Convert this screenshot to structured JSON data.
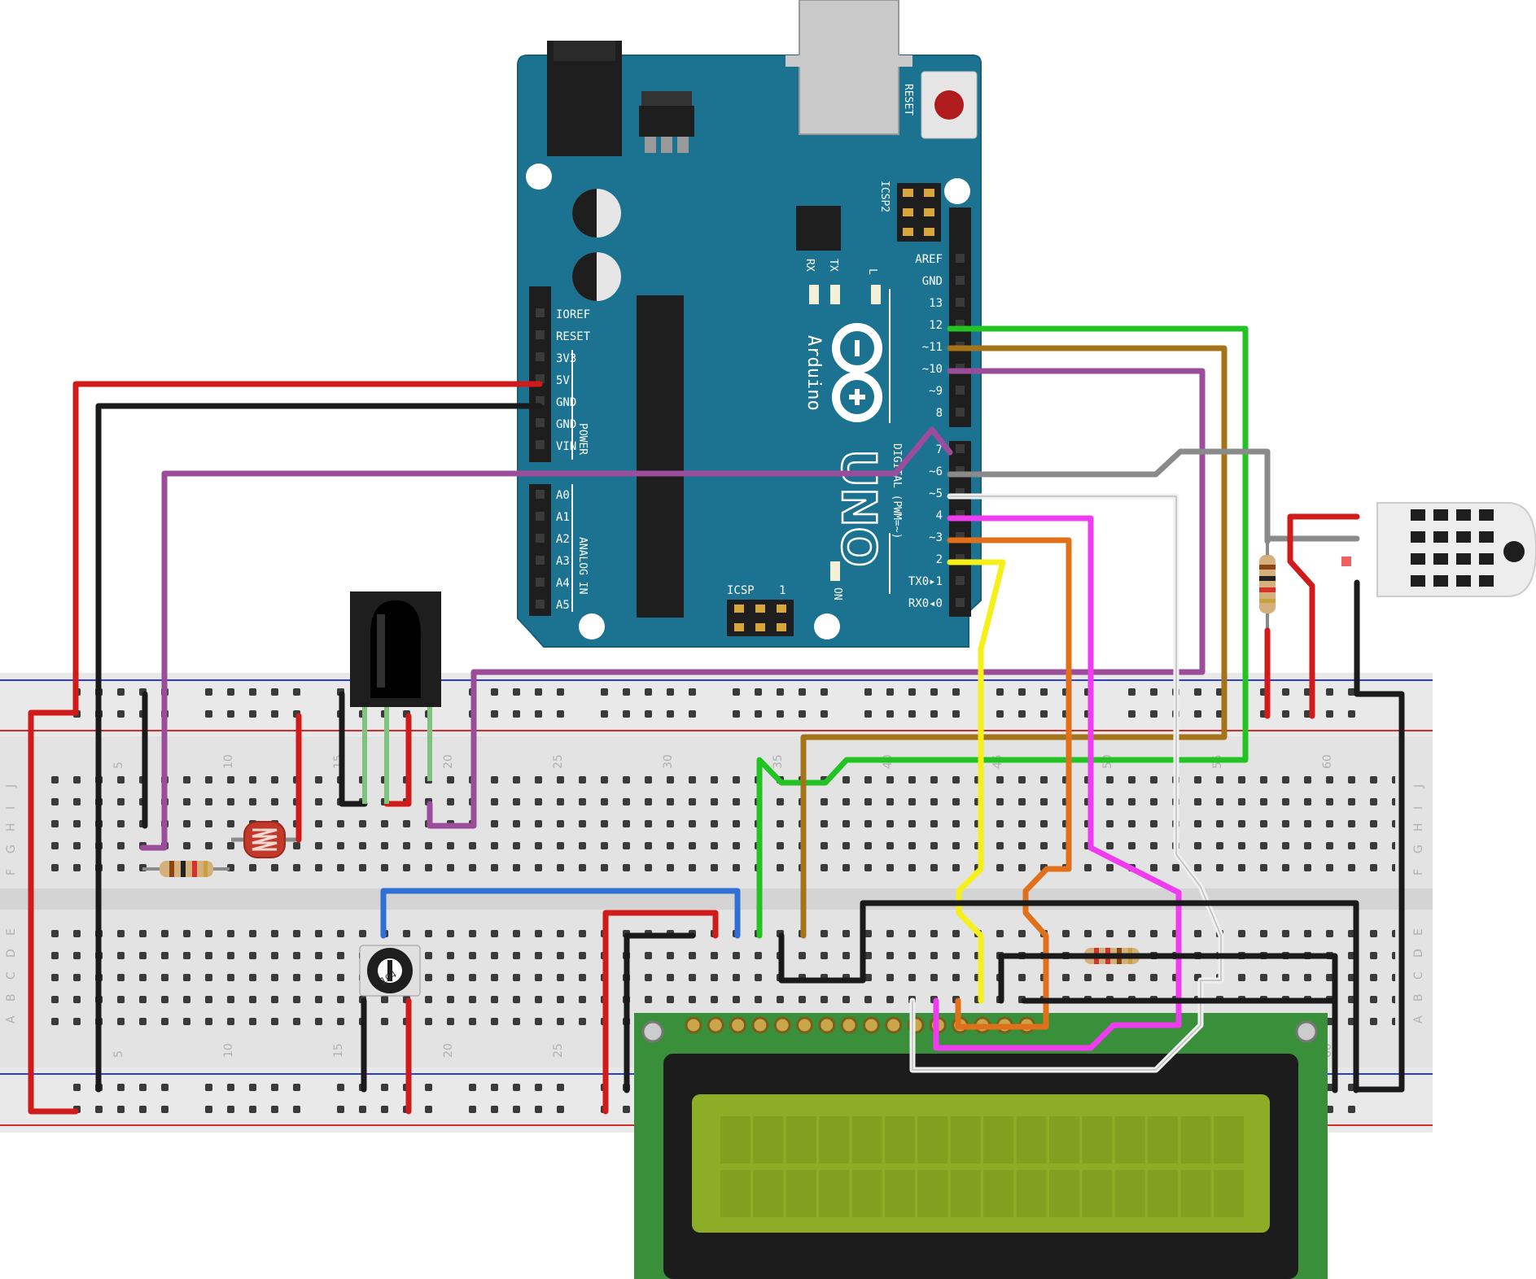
{
  "board": {
    "brand": "Arduino",
    "model": "UNO",
    "reset_label": "RESET",
    "icsp2_label": "ICSP2",
    "icsp_label": "ICSP",
    "icsp_pin1": "1",
    "tx_label": "TX",
    "rx_label": "RX",
    "l_label": "L",
    "on_label": "ON",
    "digital_section": "DIGITAL (PWM=~)",
    "power_section": "POWER",
    "analog_section": "ANALOG IN",
    "power_pins": [
      "IOREF",
      "RESET",
      "3V3",
      "5V",
      "GND",
      "GND",
      "VIN"
    ],
    "analog_pins": [
      "A0",
      "A1",
      "A2",
      "A3",
      "A4",
      "A5"
    ],
    "digital_top_pins": [
      "AREF",
      "GND",
      "13",
      "12",
      "~11",
      "~10",
      "~9",
      "8"
    ],
    "digital_bottom_pins": [
      "7",
      "~6",
      "~5",
      "4",
      "~3",
      "2",
      "TX0▸1",
      "RX0◂0"
    ]
  },
  "breadboard": {
    "column_numbers": [
      "5",
      "10",
      "15",
      "20",
      "25",
      "30",
      "35",
      "40",
      "45",
      "50",
      "55",
      "60"
    ],
    "row_letters_top": [
      "J",
      "I",
      "H",
      "G",
      "F"
    ],
    "row_letters_bottom": [
      "E",
      "D",
      "C",
      "B",
      "A"
    ]
  },
  "potentiometer": {
    "marking": "104"
  },
  "colors": {
    "board": "#1b7391",
    "breadboard": "#e6e6e6",
    "lcd_pcb": "#3a8f3a",
    "lcd_screen": "#8ead27",
    "wire_red": "#d11a1a",
    "wire_black": "#1a1a1a",
    "wire_purple": "#9b4d9b",
    "wire_green": "#22c322",
    "wire_brown": "#a4741b",
    "wire_gray": "#8a8a8a",
    "wire_white": "#f0f0f0",
    "wire_magenta": "#f03cf0",
    "wire_orange": "#e0701a",
    "wire_yellow": "#f5f01a",
    "wire_blue": "#2f6fd6"
  }
}
